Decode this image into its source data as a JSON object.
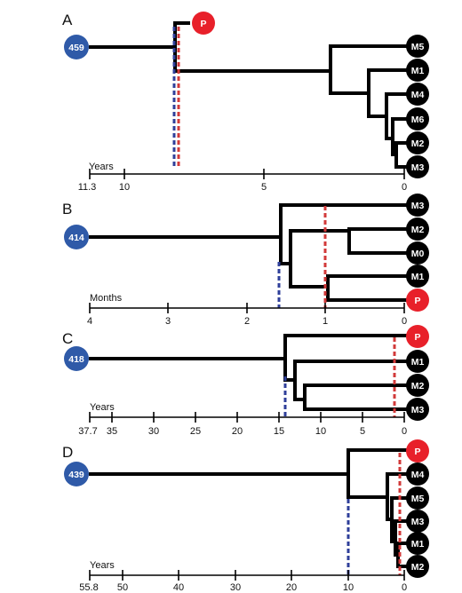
{
  "colors": {
    "root": "#2f5aa8",
    "primary": "#e8202a",
    "meta": "#000000",
    "red_dash": "#d23a3a",
    "blue_dash": "#2f3f9a"
  },
  "panels": [
    {
      "label": "A",
      "unit": "Years",
      "root_label": "459",
      "tips": [
        {
          "label": "P",
          "kind": "primary"
        },
        {
          "label": "M5",
          "kind": "meta"
        },
        {
          "label": "M1",
          "kind": "meta"
        },
        {
          "label": "M4",
          "kind": "meta"
        },
        {
          "label": "M6",
          "kind": "meta"
        },
        {
          "label": "M2",
          "kind": "meta"
        },
        {
          "label": "M3",
          "kind": "meta"
        }
      ],
      "ticks": [
        {
          "v": 11.3,
          "label": "11.3"
        },
        {
          "v": 10,
          "label": "10"
        },
        {
          "v": 5,
          "label": "5"
        },
        {
          "v": 0,
          "label": "0"
        }
      ]
    },
    {
      "label": "B",
      "unit": "Months",
      "root_label": "414",
      "tips": [
        {
          "label": "M3",
          "kind": "meta"
        },
        {
          "label": "M2",
          "kind": "meta"
        },
        {
          "label": "M0",
          "kind": "meta"
        },
        {
          "label": "M1",
          "kind": "meta"
        },
        {
          "label": "P",
          "kind": "primary"
        }
      ],
      "ticks": [
        {
          "v": 4,
          "label": "4"
        },
        {
          "v": 3,
          "label": "3"
        },
        {
          "v": 2,
          "label": "2"
        },
        {
          "v": 1,
          "label": "1"
        },
        {
          "v": 0,
          "label": "0"
        }
      ]
    },
    {
      "label": "C",
      "unit": "Years",
      "root_label": "418",
      "tips": [
        {
          "label": "P",
          "kind": "primary"
        },
        {
          "label": "M1",
          "kind": "meta"
        },
        {
          "label": "M2",
          "kind": "meta"
        },
        {
          "label": "M3",
          "kind": "meta"
        }
      ],
      "ticks": [
        {
          "v": 37.7,
          "label": "37.7"
        },
        {
          "v": 35,
          "label": "35"
        },
        {
          "v": 30,
          "label": "30"
        },
        {
          "v": 25,
          "label": "25"
        },
        {
          "v": 20,
          "label": "20"
        },
        {
          "v": 15,
          "label": "15"
        },
        {
          "v": 10,
          "label": "10"
        },
        {
          "v": 5,
          "label": "5"
        },
        {
          "v": 0,
          "label": "0"
        }
      ]
    },
    {
      "label": "D",
      "unit": "Years",
      "root_label": "439",
      "tips": [
        {
          "label": "P",
          "kind": "primary"
        },
        {
          "label": "M4",
          "kind": "meta"
        },
        {
          "label": "M5",
          "kind": "meta"
        },
        {
          "label": "M3",
          "kind": "meta"
        },
        {
          "label": "M1",
          "kind": "meta"
        },
        {
          "label": "M2",
          "kind": "meta"
        }
      ],
      "ticks": [
        {
          "v": 55.8,
          "label": "55.8"
        },
        {
          "v": 50,
          "label": "50"
        },
        {
          "v": 40,
          "label": "40"
        },
        {
          "v": 30,
          "label": "30"
        },
        {
          "v": 20,
          "label": "20"
        },
        {
          "v": 10,
          "label": "10"
        },
        {
          "v": 0,
          "label": "0"
        }
      ]
    }
  ]
}
